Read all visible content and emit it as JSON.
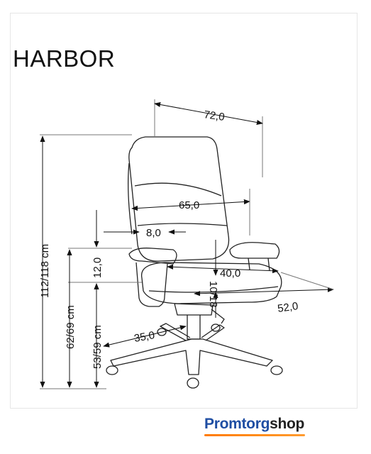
{
  "product": {
    "name": "HARBOR"
  },
  "dimensions": {
    "top_width": "72,0",
    "seat_total_width": "65,0",
    "armrest_width": "8,0",
    "armrest_height": "12,0",
    "seat_width": "40,0",
    "seat_thickness": "10/18",
    "total_depth": "52,0",
    "base_radius": "35,0",
    "total_height": "112/118 cm",
    "armrest_floor_height": "62/69 cm",
    "seat_height": "53/59 cm"
  },
  "brand": {
    "part1": "Promtorg",
    "part2": "shop"
  },
  "colors": {
    "accent_orange": "#ff7a00",
    "brand_blue": "#1f4ea3"
  }
}
